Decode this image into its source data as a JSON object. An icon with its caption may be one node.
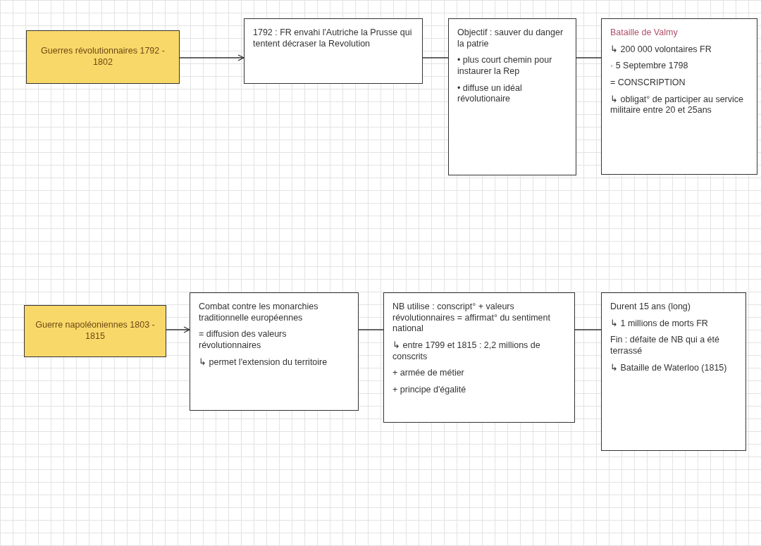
{
  "diagram": {
    "nodes": [
      {
        "text": [
          "Guerres révolutionnaires 1792 - 1802"
        ]
      },
      {
        "text": [
          "1792 : FR envahi l'Autriche la Prusse qui tentent décraser la Revolution"
        ]
      },
      {
        "text": [
          "Objectif : sauver du danger la patrie",
          "• plus court chemin pour instaurer la Rep",
          "• diffuse un idéal révolutionaire"
        ]
      },
      {
        "text": [
          "Bataille de Valmy",
          "↳ 200 000 volontaires FR",
          "· 5 Septembre 1798",
          "= CONSCRIPTION",
          "↳ obligat° de participer au service militaire entre 20 et 25ans"
        ]
      },
      {
        "text": [
          "Guerre napoléoniennes 1803 - 1815"
        ]
      },
      {
        "text": [
          "Combat contre les monarchies traditionnelle européennes",
          "= diffusion des valeurs révolutionnaires",
          "↳ permet l'extension du territoire"
        ]
      },
      {
        "text": [
          "NB utilise : conscript° + valeurs révolutionnaires = affirmat° du sentiment national",
          "↳ entre 1799 et 1815 : 2,2 millions de conscrits",
          "+ armée de métier",
          "+ principe d'égalité"
        ]
      },
      {
        "text": [
          "Durent 15 ans (long)",
          "↳ 1 millions de morts FR",
          "Fin : défaite de NB qui a été terrassé",
          "↳ Bataille de Waterloo (1815)"
        ]
      }
    ],
    "edges": [
      {
        "from": 0,
        "to": 1,
        "arrow": "to"
      },
      {
        "from": 1,
        "to": 2,
        "arrow": "none"
      },
      {
        "from": 2,
        "to": 3,
        "arrow": "none"
      },
      {
        "from": 4,
        "to": 5,
        "arrow": "to"
      },
      {
        "from": 5,
        "to": 6,
        "arrow": "none"
      },
      {
        "from": 6,
        "to": 7,
        "arrow": "none"
      }
    ]
  }
}
